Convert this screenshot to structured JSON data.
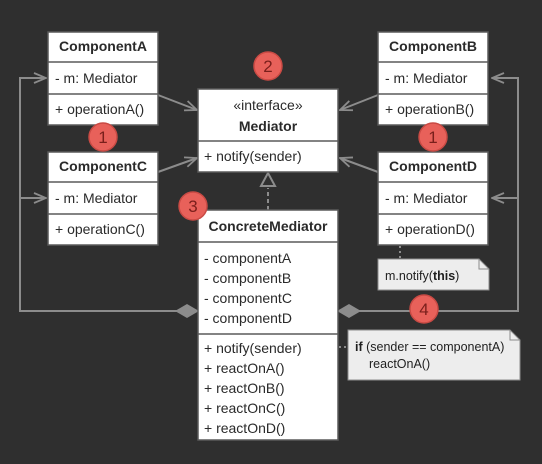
{
  "colors": {
    "background": "#2f2f2f",
    "box_fill": "#ffffff",
    "box_stroke": "#5a5a5a",
    "connector": "#8c8c8c",
    "note_fill": "#ededed",
    "badge_fill": "#e8615a",
    "badge_ring": "#c94a44",
    "badge_text": "#7a1f1b"
  },
  "classes": {
    "component_a": {
      "name": "ComponentA",
      "field": "- m: Mediator",
      "method": "+ operationA()"
    },
    "component_b": {
      "name": "ComponentB",
      "field": "- m: Mediator",
      "method": "+ operationB()"
    },
    "component_c": {
      "name": "ComponentC",
      "field": "- m: Mediator",
      "method": "+ operationC()"
    },
    "component_d": {
      "name": "ComponentD",
      "field": "- m: Mediator",
      "method": "+ operationD()"
    },
    "mediator": {
      "stereotype": "«interface»",
      "name": "Mediator",
      "method": "+ notify(sender)"
    },
    "concrete_mediator": {
      "name": "ConcreteMediator",
      "fields": [
        "- componentA",
        "- componentB",
        "- componentC",
        "- componentD"
      ],
      "methods": [
        "+ notify(sender)",
        "+ reactOnA()",
        "+ reactOnB()",
        "+ reactOnC()",
        "+ reactOnD()"
      ]
    }
  },
  "notes": {
    "notify_note": {
      "prefix": "m.notify(",
      "keyword": "this",
      "suffix": ")"
    },
    "sender_note": {
      "line1_keyword": "if",
      "line1_rest": " (sender == componentA)",
      "line2": "reactOnA()"
    }
  },
  "badges": {
    "left": "1",
    "mediator": "2",
    "concrete": "3",
    "right": "1",
    "bottom": "4"
  }
}
